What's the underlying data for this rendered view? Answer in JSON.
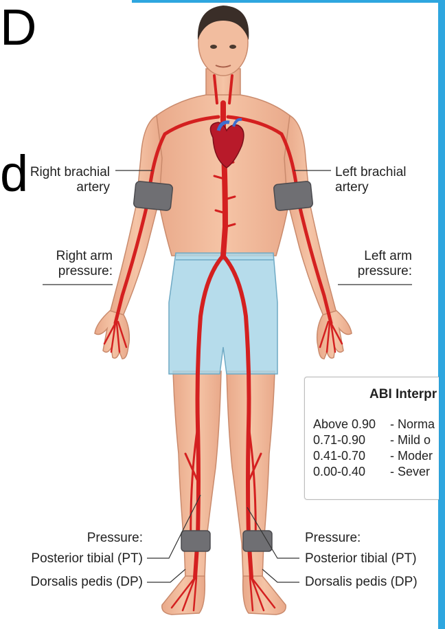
{
  "slide": {
    "title_letter": "D",
    "side_letter": "d"
  },
  "labels": {
    "right_brachial": "Right brachial\nartery",
    "left_brachial": "Left brachial\nartery",
    "right_arm_pressure": "Right arm\npressure:",
    "left_arm_pressure": "Left arm\npressure:",
    "right_pressure": "Pressure:",
    "right_pt": "Posterior tibial (PT)",
    "right_dp": "Dorsalis pedis (DP)",
    "left_pressure": "Pressure:",
    "left_pt": "Posterior tibial (PT)",
    "left_dp": "Dorsalis pedis (DP)"
  },
  "abi_box": {
    "title": "ABI Interpr",
    "rows": [
      {
        "range": "Above 0.90",
        "desc": "- Norma"
      },
      {
        "range": "0.71-0.90",
        "desc": "- Mild o"
      },
      {
        "range": "0.41-0.70",
        "desc": "- Moder"
      },
      {
        "range": "0.00-0.40",
        "desc": "- Sever"
      }
    ]
  },
  "colors": {
    "accent_bar": "#2ea6df",
    "skin": "#f0b99b",
    "artery": "#d42020",
    "shorts": "#a9d6e8",
    "cuff": "#6f6f73",
    "hair": "#3a2e28"
  }
}
